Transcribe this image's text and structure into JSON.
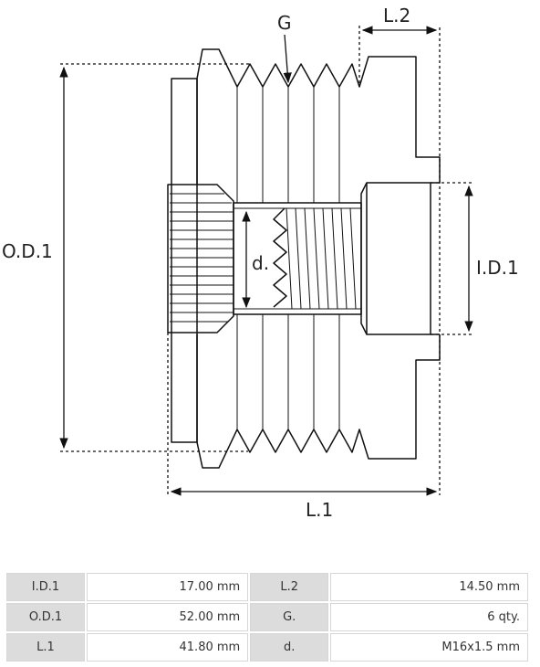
{
  "diagram": {
    "labels": {
      "groove": "G",
      "outer_diameter": "O.D.1",
      "inner_diameter": "I.D.1",
      "overall_length": "L.1",
      "hub_length": "L.2",
      "thread": "d."
    }
  },
  "specs": {
    "rows": [
      {
        "k1": "I.D.1",
        "v1": "17.00 mm",
        "k2": "L.2",
        "v2": "14.50 mm"
      },
      {
        "k1": "O.D.1",
        "v1": "52.00 mm",
        "k2": "G.",
        "v2": "6 qty."
      },
      {
        "k1": "L.1",
        "v1": "41.80 mm",
        "k2": "d.",
        "v2": "M16x1.5 mm"
      }
    ]
  }
}
